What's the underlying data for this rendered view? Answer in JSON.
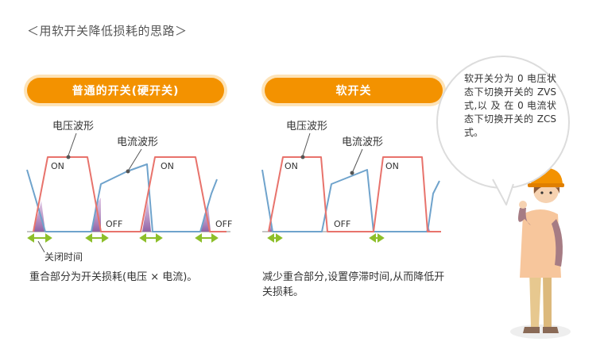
{
  "title": "＜用软开关降低损耗的思路＞",
  "left_panel": {
    "header": "普通的开关(硬开关)",
    "voltage_label": "电压波形",
    "current_label": "电流波形",
    "on_label": "ON",
    "off_label": "OFF",
    "deadtime_label": "关闭时间",
    "description": "重合部分为开关损耗(电压 × 电流)。"
  },
  "right_panel": {
    "header": "软开关",
    "voltage_label": "电压波形",
    "current_label": "电流波形",
    "on_label": "ON",
    "off_label": "OFF",
    "description": "减少重合部分,设置停滞时间,从而降低开关损耗。"
  },
  "bubble_text": "软开关分为 0 电压状态下切换开关的 ZVS 式,以 及 在 0 电流状态下切换开关的 ZCS 式。",
  "colors": {
    "voltage": "#e8736c",
    "current": "#6fa3cc",
    "overlap": "#9b6aaa",
    "arrow": "#8dbf2a",
    "accent": "#f39200"
  }
}
